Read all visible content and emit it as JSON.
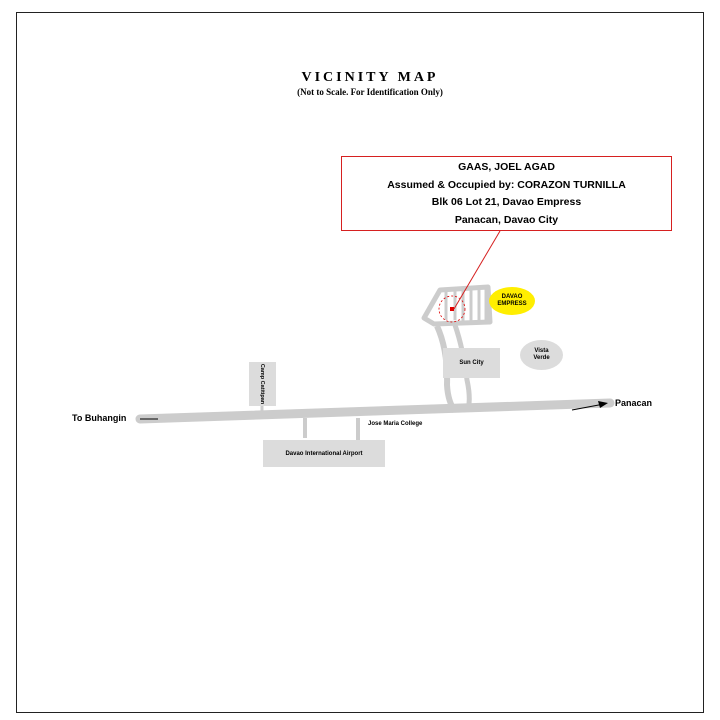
{
  "title": "VICINITY MAP",
  "subtitle": "(Not to Scale. For Identification Only)",
  "info_box": {
    "lines": [
      "GAAS, JOEL AGAD",
      "Assumed & Occupied by: CORAZON TURNILLA",
      "Blk 06  Lot 21, Davao Empress",
      "Panacan, Davao City"
    ]
  },
  "labels": {
    "to_buhangin": "To Buhangin",
    "panacan": "Panacan",
    "davao_empress_top": "DAVAO",
    "davao_empress_bottom": "EMPRESS",
    "sun_city": "Sun City",
    "vista_verde_top": "Vista",
    "vista_verde_bottom": "Verde",
    "camp_catitipan": "Camp Catitipan",
    "jose_maria_college": "Jose Maria College",
    "davao_international_airport": "Davao International  Airport"
  },
  "colors": {
    "road": "#cccccc",
    "block": "#dcdcdc",
    "highlight": "#ffee00",
    "leader": "#d62020",
    "subject": "#e00000"
  }
}
